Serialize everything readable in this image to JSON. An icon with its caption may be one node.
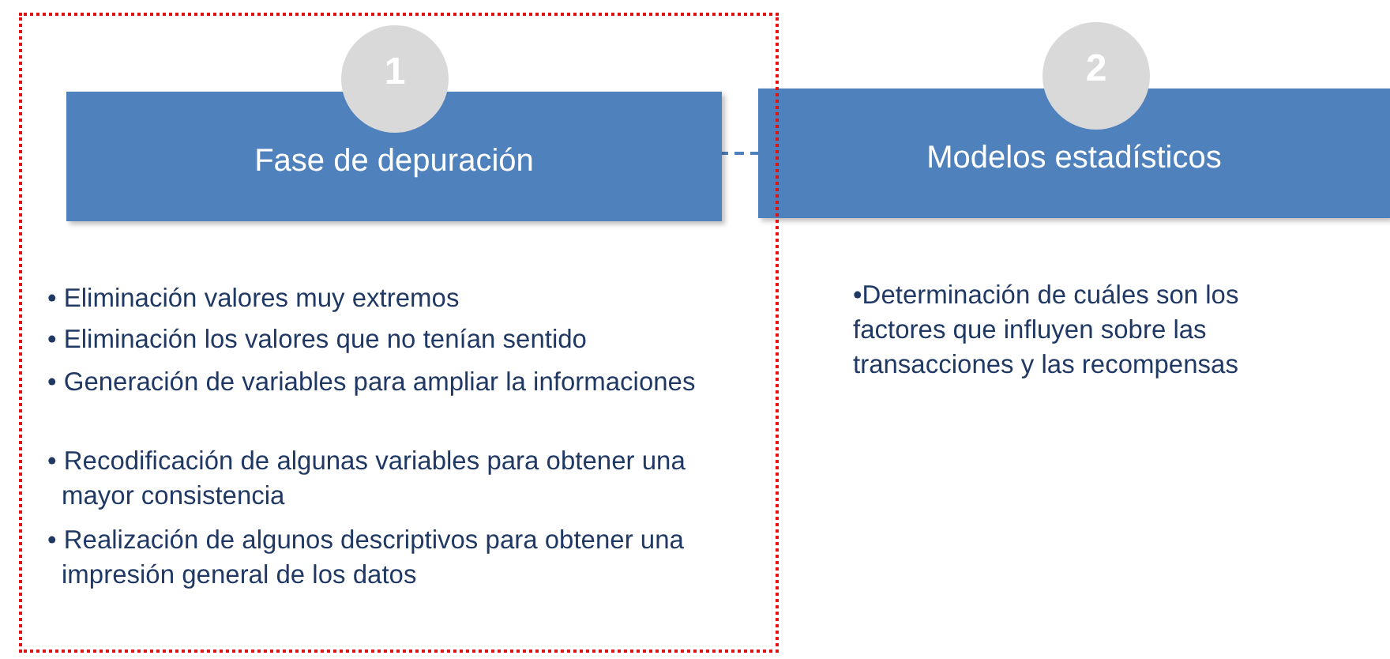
{
  "diagram": {
    "nodes": [
      {
        "text": [],
        "shape": "box"
      },
      {
        "text": [
          "1"
        ],
        "in": 0
      },
      {
        "text": [
          "Fase de depuración"
        ],
        "in": 0
      },
      {
        "text": [
          "2"
        ]
      },
      {
        "text": [
          "Modelos estadísticos"
        ]
      }
    ],
    "edges": [
      {
        "from": 2,
        "to": 4,
        "arrow": "none",
        "style": "dashed"
      }
    ],
    "labels": [
      "• Eliminación valores muy extremos",
      "• Eliminación los valores que no tenían sentido",
      "• Generación de variables para ampliar la informaciones",
      "• Recodificación de algunas variables para obtener una mayor consistencia",
      "• Realización de algunos descriptivos para obtener una impresión general de los datos",
      "•Determinación de cuáles son los factores que influyen sobre las transacciones y las recompensas"
    ]
  }
}
